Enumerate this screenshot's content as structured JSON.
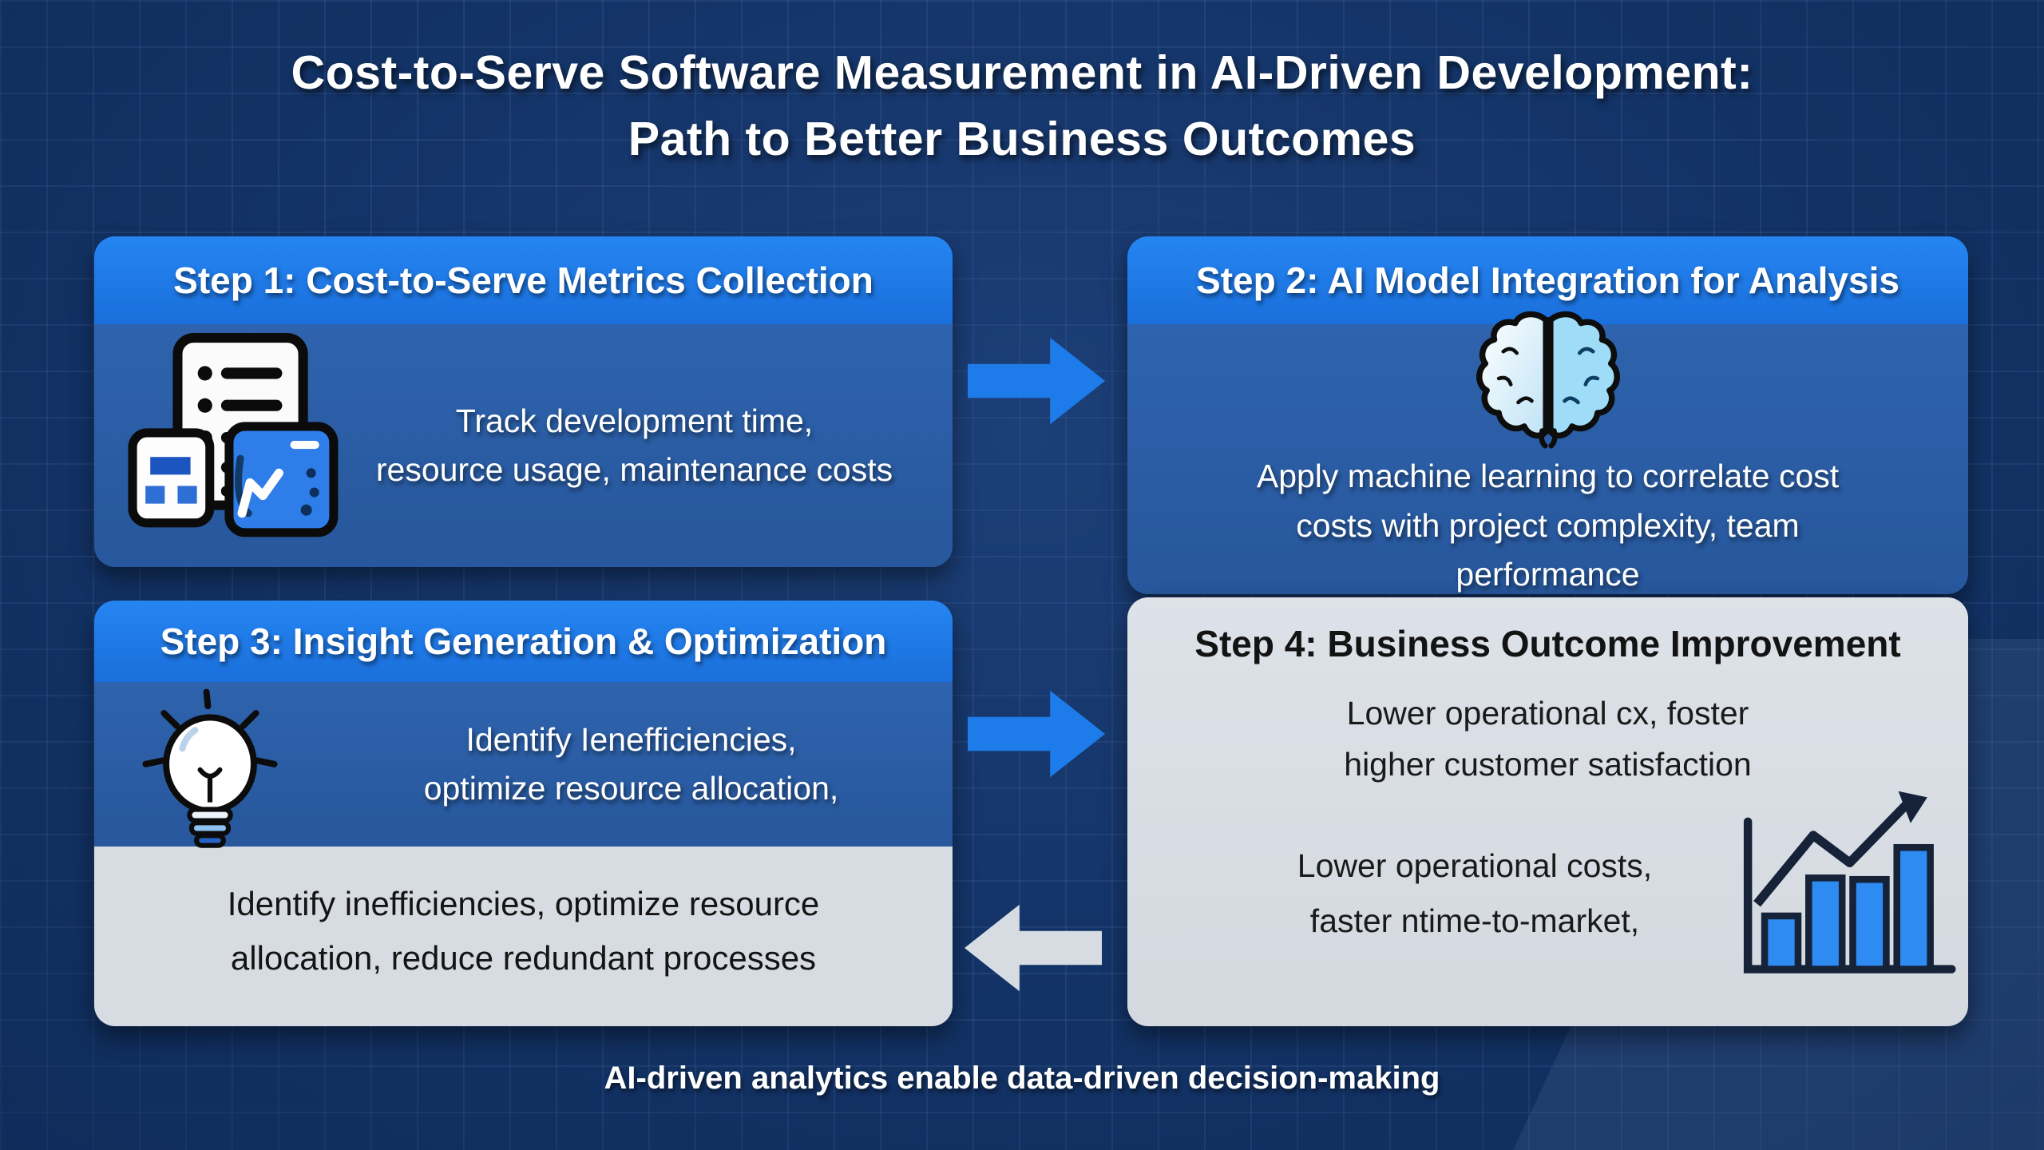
{
  "title": {
    "text": "Cost-to-Serve Software Measurement in AI-Driven Development:\nPath to Better Business Outcomes"
  },
  "steps": [
    {
      "header": "Step 1: Cost-to-Serve Metrics Collection",
      "body": "Track development time,\nresource usage, maintenance costs",
      "icon": "metrics-documents-icon"
    },
    {
      "header": "Step 2: AI Model Integration for Analysis",
      "body": "Apply machine learning to correlate cost\ncosts with project complexity, team\nperformance",
      "icon": "brain-icon"
    },
    {
      "header": "Step 3: Insight Generation & Optimization",
      "body": "Identify Ienefficiencies,\noptimize resource allocation,",
      "body_secondary": "Identify inefficiencies, optimize resource\nallocation, reduce redundant processes",
      "icon": "lightbulb-icon"
    },
    {
      "header": "Step 4: Business Outcome Improvement",
      "body": "Lower operational cx, foster\nhigher customer satisfaction",
      "body_secondary": "Lower operational costs,\nfaster ntime-to-market,",
      "icon": "bar-chart-growth-icon"
    }
  ],
  "arrows": [
    {
      "name": "step1-to-step2",
      "direction": "right",
      "color": "#1d7ce9"
    },
    {
      "name": "step3-to-step4",
      "direction": "right",
      "color": "#1d7ce9"
    },
    {
      "name": "step4-to-step3",
      "direction": "left",
      "color": "#d7dbe2"
    }
  ],
  "caption": "AI-driven analytics enable data-driven decision-making",
  "colors": {
    "background_navy": "#133468",
    "header_blue": "#1d7ce9",
    "panel_blue": "#2b5da6",
    "panel_gray": "#d7dbe2",
    "arrow_blue": "#1d7ce9",
    "arrow_gray": "#d7dbe2",
    "title_text": "#ffffff",
    "dark_text": "#141414"
  }
}
